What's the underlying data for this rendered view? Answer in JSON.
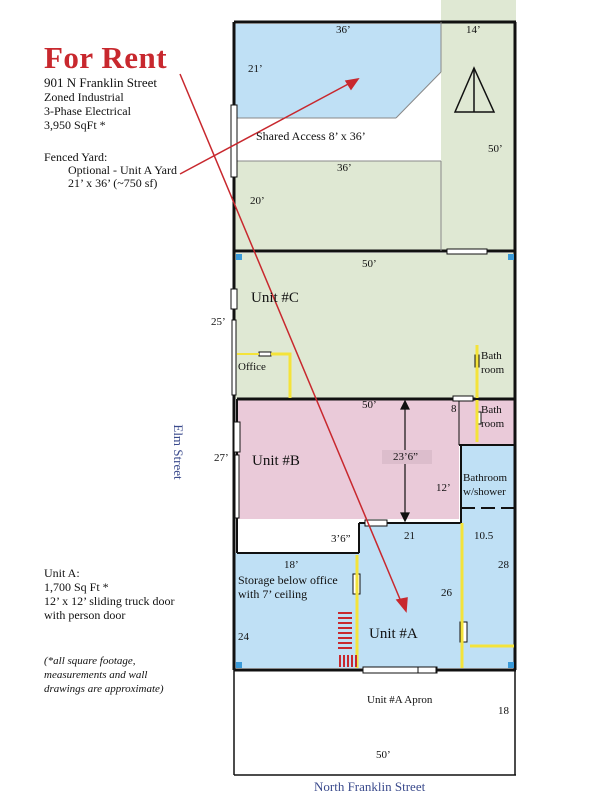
{
  "header": {
    "title": "For Rent",
    "address": "901 N Franklin Street",
    "zoning": "Zoned Industrial",
    "electrical": "3-Phase Electrical",
    "area": "3,950 SqFt *"
  },
  "fenced_yard": {
    "label": "Fenced Yard:",
    "line1": "Optional - Unit A Yard",
    "line2": "21’ x 36’ (~750 sf)"
  },
  "unit_a_info": {
    "label": "Unit A:",
    "area": "1,700 Sq Ft *",
    "door": "12’ x 12’ sliding truck door",
    "door2": "with person door"
  },
  "disclaimer": {
    "line1": "(*all square footage,",
    "line2": "measurements and wall",
    "line3": "drawings are approximate)"
  },
  "streets": {
    "side": "Elm Street",
    "front": "North Franklin Street"
  },
  "plan": {
    "shared_access": "Shared Access 8’ x 36’",
    "unit_c": "Unit #C",
    "unit_b": "Unit #B",
    "unit_a": "Unit #A",
    "office": "Office",
    "bath1_a": "Bath",
    "bath1_b": "room",
    "bath2_a": "Bath",
    "bath2_b": "room",
    "bathshower_a": "Bathroom",
    "bathshower_b": "w/shower",
    "storage_a": "Storage below office",
    "storage_b": "with 7’ ceiling",
    "apron": "Unit #A   Apron"
  },
  "dimensions": {
    "yard_top": "36’",
    "strip_top": "14’",
    "yard_left": "21’",
    "strip_side": "50’",
    "lower_yard_top": "36’",
    "lower_yard_left": "20’",
    "unit_c_top": "50’",
    "unit_c_left": "25’",
    "unit_b_top": "50’",
    "bath_width": "8",
    "unit_b_depth": "23’6”",
    "unit_b_left": "27’",
    "unit_b_right": "12’",
    "unit_b_step": "3’6”",
    "unit_a_top": "21",
    "bathshower_width": "10.5",
    "unit_a_right": "28",
    "storage_top": "18’",
    "unit_a_inner": "26",
    "unit_a_left": "24",
    "apron_right": "18",
    "apron_bottom": "50’"
  },
  "colors": {
    "yard_blue": "#bfe0f5",
    "yard_green": "#dfe8d3",
    "unit_b_pink": "#eacad9",
    "unit_a_blue": "#bfe0f5",
    "accent_red": "#c8282e",
    "wall_yellow": "#f4e33a",
    "street_blue": "#3a4a8c"
  }
}
